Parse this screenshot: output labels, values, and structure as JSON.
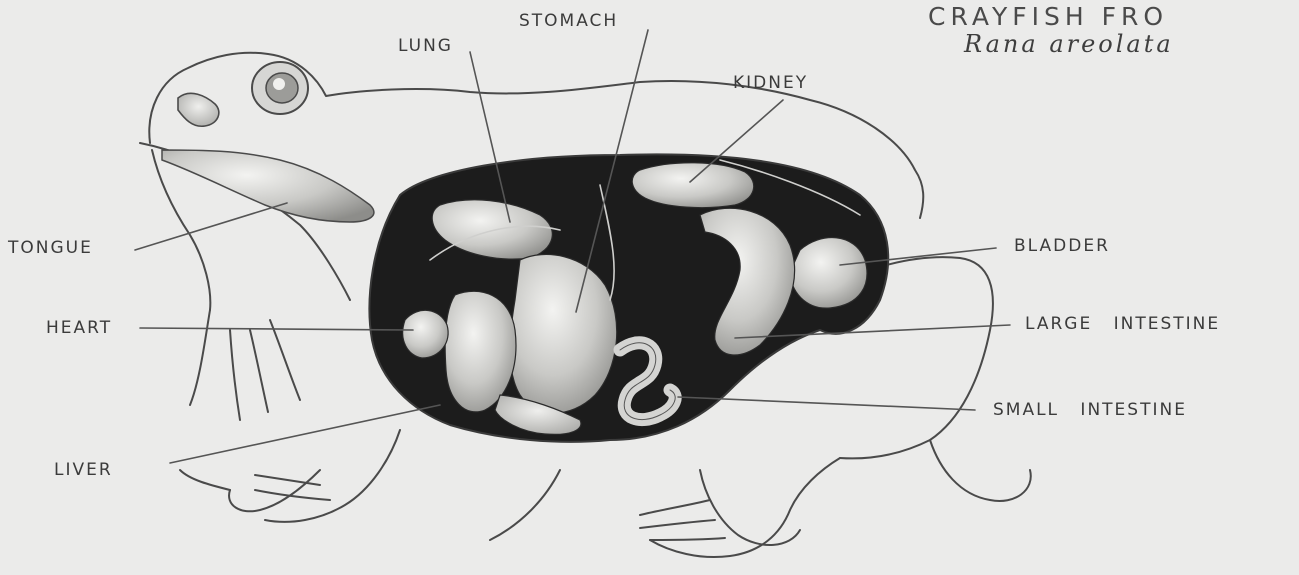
{
  "title": {
    "line1": "CRAYFISH FRO",
    "line2": "Rana areolata"
  },
  "labels": {
    "lung": "LUNG",
    "stomach": "STOMACH",
    "kidney": "KIDNEY",
    "tongue": "TONGUE",
    "heart": "HEART",
    "liver": "LIVER",
    "bladder": "BLADDER",
    "large_intestine": "LARGE INTESTINE",
    "small_intestine": "SMALL INTESTINE"
  },
  "colors": {
    "background": "#ebebea",
    "cavity": "#1c1c1c",
    "organ": "#d3d3d1",
    "ink": "#4a4a4a"
  }
}
